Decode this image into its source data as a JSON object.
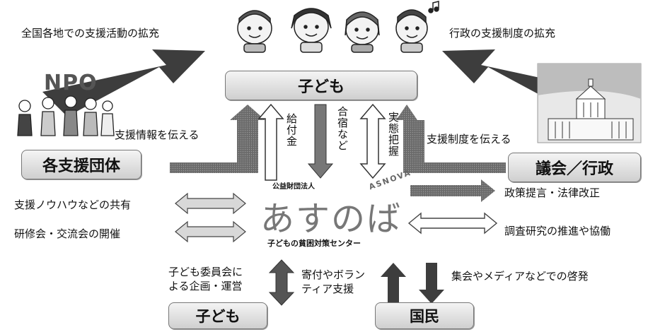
{
  "nodes": {
    "children_top": "子ども",
    "support_groups": "各支援団体",
    "parliament": "議会／行政",
    "children_bottom": "子ども",
    "citizens": "国民",
    "npo": "NPO"
  },
  "center": {
    "corp_type": "公益財団法人",
    "name": "あすのば",
    "subtitle": "子どもの貧困対策センター",
    "romaji": "ASNOVA"
  },
  "labels": {
    "top_left": "全国各地での支援活動の拡充",
    "top_right": "行政の支援制度の拡充",
    "info_to_children": "支援情報を伝える",
    "system_to_children": "支援制度を伝える",
    "grant": "給付金",
    "camp": "合宿など",
    "survey": "実態把握",
    "knowhow": "支援ノウハウなどの共有",
    "training": "研修会・交流会の開催",
    "policy": "政策提言・法律改正",
    "research": "調査研究の推進や協働",
    "child_committee_1": "子ども委員会に",
    "child_committee_2": "よる企画・運営",
    "donation_1": "寄付やボラン",
    "donation_2": "ティア支援",
    "awareness": "集会やメディアなどでの啓発"
  }
}
